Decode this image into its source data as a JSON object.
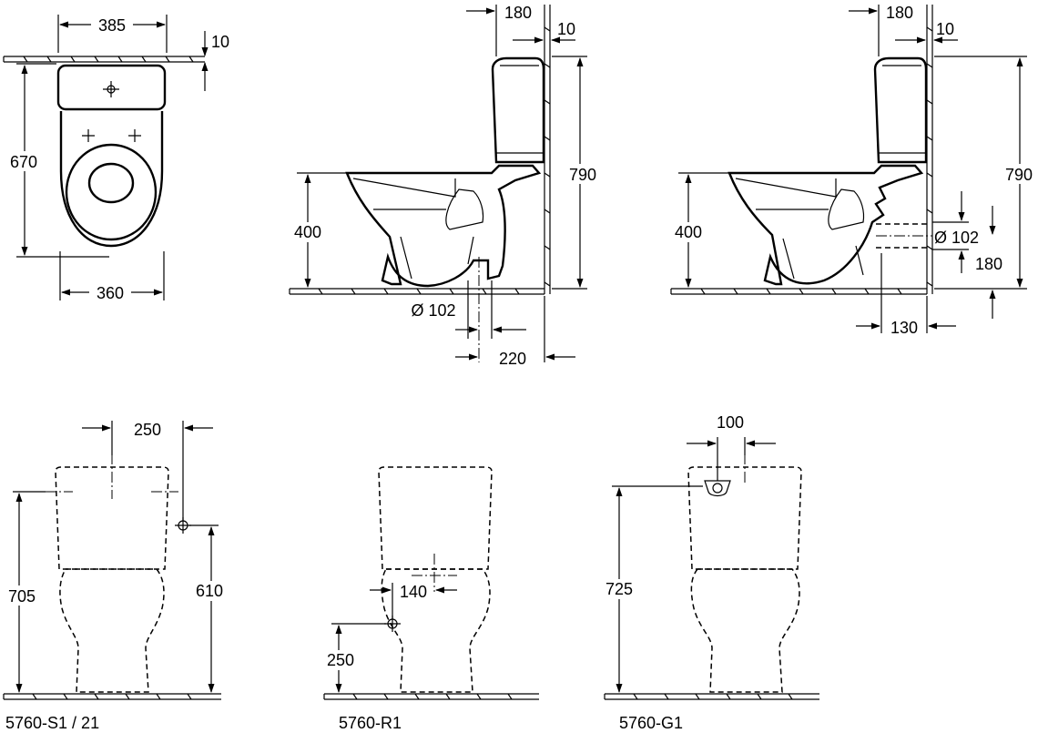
{
  "top_plan": {
    "width_top": "385",
    "wall_gap": "10",
    "depth": "670",
    "width_bottom": "360"
  },
  "side_view_1": {
    "top_offset": "180",
    "wall_gap": "10",
    "height": "790",
    "seat_height": "400",
    "outlet_diameter": "Ø 102",
    "outlet_distance": "220"
  },
  "side_view_2": {
    "top_offset": "180",
    "wall_gap": "10",
    "height": "790",
    "seat_height": "400",
    "outlet_diameter": "Ø 102",
    "outlet_height": "180",
    "outlet_distance": "130"
  },
  "front_s1": {
    "supply_offset": "250",
    "height": "705",
    "supply_height": "610",
    "model": "5760-S1 / 21"
  },
  "front_r1": {
    "supply_offset": "140",
    "supply_height": "250",
    "model": "5760-R1"
  },
  "front_g1": {
    "supply_offset": "100",
    "height": "725",
    "model": "5760-G1"
  }
}
